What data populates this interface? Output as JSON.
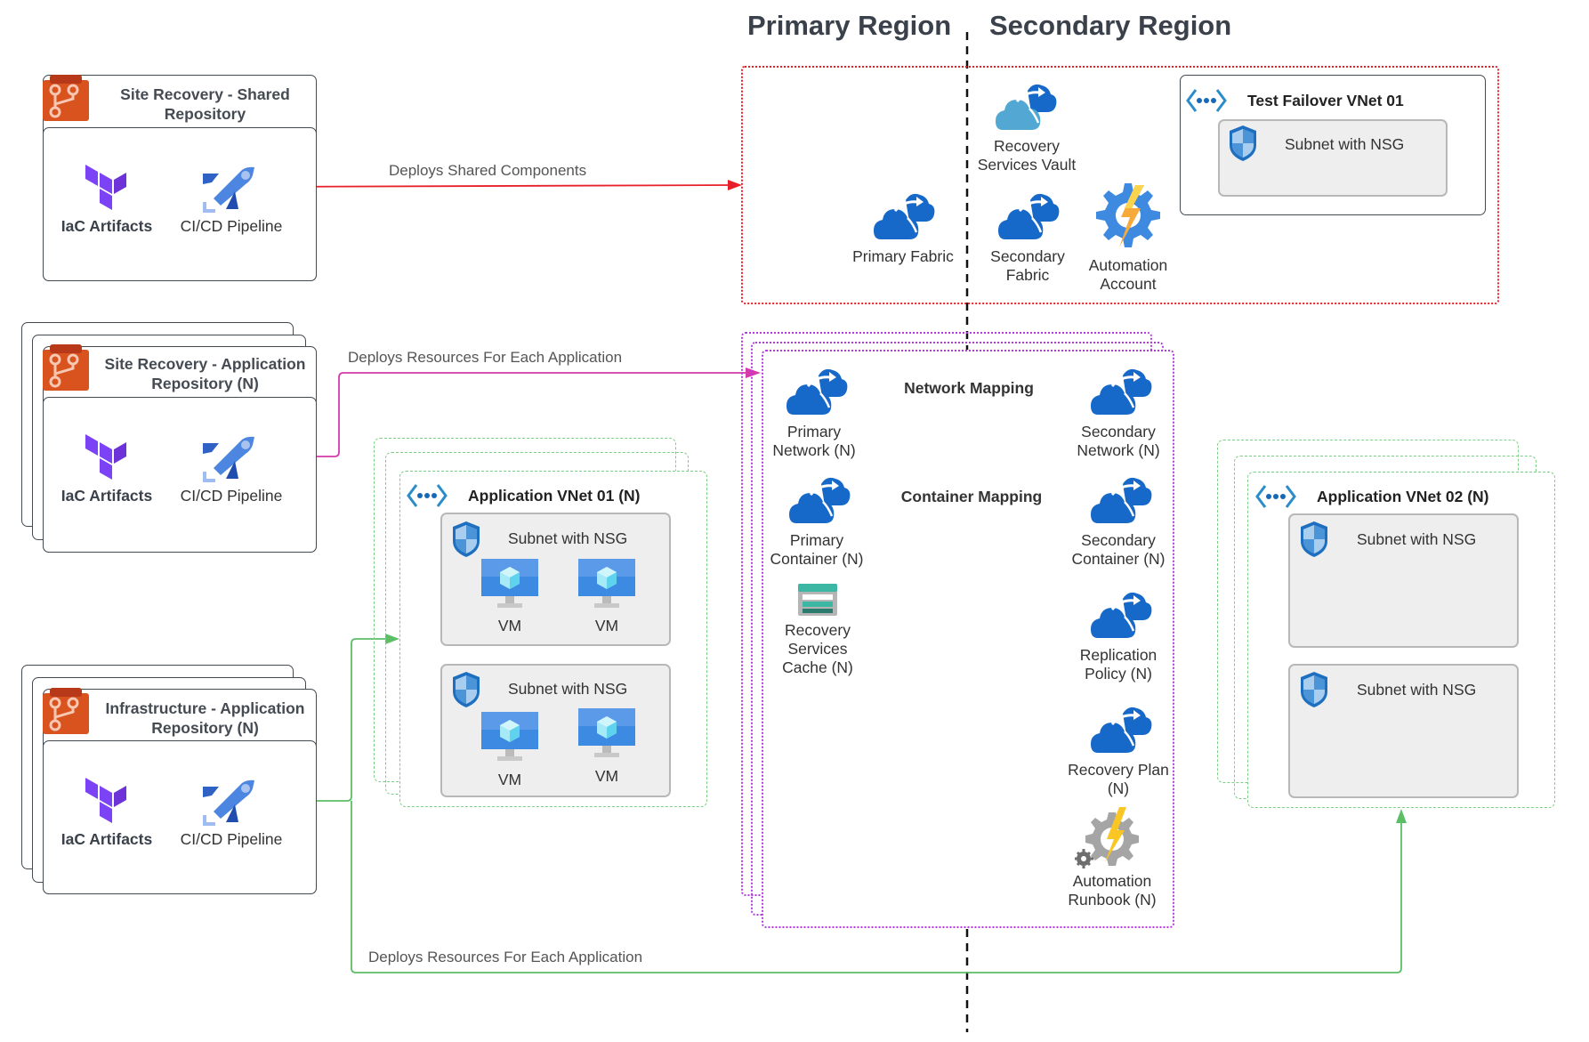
{
  "regions": {
    "primary": "Primary Region",
    "secondary": "Secondary Region"
  },
  "repositories": [
    {
      "title_line1": "Site Recovery - Shared",
      "title_line2": "Repository",
      "items": [
        "IaC Artifacts",
        "CI/CD Pipeline"
      ]
    },
    {
      "title_line1": "Site Recovery - Application",
      "title_line2": "Repository (N)",
      "items": [
        "IaC Artifacts",
        "CI/CD Pipeline"
      ]
    },
    {
      "title_line1": "Infrastructure - Application",
      "title_line2": "Repository (N)",
      "items": [
        "IaC Artifacts",
        "CI/CD Pipeline"
      ]
    }
  ],
  "connectors": {
    "shared": "Deploys Shared Components",
    "app_site_recovery": "Deploys Resources For Each Application",
    "app_infrastructure": "Deploys Resources For Each Application",
    "colors": {
      "shared": "#e8202a",
      "app_site_recovery": "#d63aab",
      "app_infrastructure": "#5cbf66"
    }
  },
  "shared_components": {
    "recovery_vault": {
      "line1": "Recovery",
      "line2": "Services Vault"
    },
    "primary_fabric": "Primary Fabric",
    "secondary_fabric": {
      "line1": "Secondary",
      "line2": "Fabric"
    },
    "automation_account": {
      "line1": "Automation",
      "line2": "Account"
    },
    "test_failover_vnet": {
      "title": "Test Failover VNet 01",
      "subnet": "Subnet with NSG"
    }
  },
  "app_components": {
    "network_mapping": "Network Mapping",
    "container_mapping": "Container Mapping",
    "primary_network": {
      "line1": "Primary",
      "line2": "Network (N)"
    },
    "secondary_network": {
      "line1": "Secondary",
      "line2": "Network (N)"
    },
    "primary_container": {
      "line1": "Primary",
      "line2": "Container (N)"
    },
    "secondary_container": {
      "line1": "Secondary",
      "line2": "Container (N)"
    },
    "cache": {
      "line1": "Recovery",
      "line2": "Services",
      "line3": "Cache (N)"
    },
    "replication_policy": {
      "line1": "Replication",
      "line2": "Policy (N)"
    },
    "recovery_plan": {
      "line1": "Recovery Plan",
      "line2": "(N)"
    },
    "runbook": {
      "line1": "Automation",
      "line2": "Runbook (N)"
    }
  },
  "vnet01": {
    "title": "Application VNet 01 (N)",
    "subnets": [
      {
        "label": "Subnet with NSG",
        "vms": [
          "VM",
          "VM"
        ]
      },
      {
        "label": "Subnet with NSG",
        "vms": [
          "VM",
          "VM"
        ]
      }
    ]
  },
  "vnet02": {
    "title": "Application VNet 02 (N)",
    "subnets": [
      {
        "label": "Subnet with NSG"
      },
      {
        "label": "Subnet with NSG"
      }
    ]
  }
}
